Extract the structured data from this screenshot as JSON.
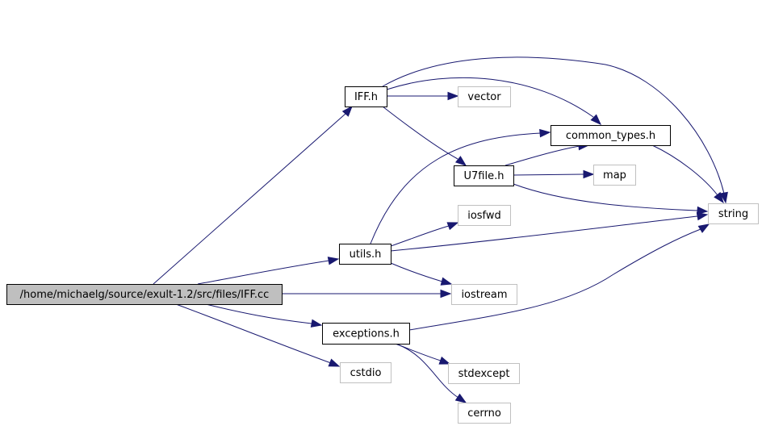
{
  "diagram": {
    "type": "include-dependency-graph",
    "colors": {
      "edge": "#191970",
      "root_fill": "#bfbfbf",
      "root_border": "#000000",
      "documented_border": "#000000",
      "undocumented_border": "#c0c0c0",
      "node_fill": "#ffffff"
    },
    "nodes": [
      {
        "id": "root",
        "label": "/home/michaelg/source/exult-1.2/src/files/IFF.cc",
        "kind": "root"
      },
      {
        "id": "iff_h",
        "label": "IFF.h",
        "kind": "documented"
      },
      {
        "id": "vector",
        "label": "vector",
        "kind": "system"
      },
      {
        "id": "common_types_h",
        "label": "common_types.h",
        "kind": "documented"
      },
      {
        "id": "u7file_h",
        "label": "U7file.h",
        "kind": "documented"
      },
      {
        "id": "map",
        "label": "map",
        "kind": "system"
      },
      {
        "id": "string",
        "label": "string",
        "kind": "system"
      },
      {
        "id": "iosfwd",
        "label": "iosfwd",
        "kind": "system"
      },
      {
        "id": "utils_h",
        "label": "utils.h",
        "kind": "documented"
      },
      {
        "id": "iostream",
        "label": "iostream",
        "kind": "system"
      },
      {
        "id": "exceptions_h",
        "label": "exceptions.h",
        "kind": "documented"
      },
      {
        "id": "cstdio",
        "label": "cstdio",
        "kind": "system"
      },
      {
        "id": "stdexcept",
        "label": "stdexcept",
        "kind": "system"
      },
      {
        "id": "cerrno",
        "label": "cerrno",
        "kind": "system"
      }
    ],
    "edges": [
      {
        "from": "root",
        "to": "iff_h"
      },
      {
        "from": "root",
        "to": "utils_h"
      },
      {
        "from": "root",
        "to": "iostream"
      },
      {
        "from": "root",
        "to": "exceptions_h"
      },
      {
        "from": "root",
        "to": "cstdio"
      },
      {
        "from": "iff_h",
        "to": "vector"
      },
      {
        "from": "iff_h",
        "to": "common_types_h"
      },
      {
        "from": "iff_h",
        "to": "string"
      },
      {
        "from": "iff_h",
        "to": "u7file_h"
      },
      {
        "from": "u7file_h",
        "to": "common_types_h"
      },
      {
        "from": "u7file_h",
        "to": "map"
      },
      {
        "from": "u7file_h",
        "to": "string"
      },
      {
        "from": "common_types_h",
        "to": "string"
      },
      {
        "from": "utils_h",
        "to": "common_types_h"
      },
      {
        "from": "utils_h",
        "to": "iosfwd"
      },
      {
        "from": "utils_h",
        "to": "string"
      },
      {
        "from": "utils_h",
        "to": "iostream"
      },
      {
        "from": "exceptions_h",
        "to": "string"
      },
      {
        "from": "exceptions_h",
        "to": "stdexcept"
      },
      {
        "from": "exceptions_h",
        "to": "cerrno"
      }
    ]
  }
}
